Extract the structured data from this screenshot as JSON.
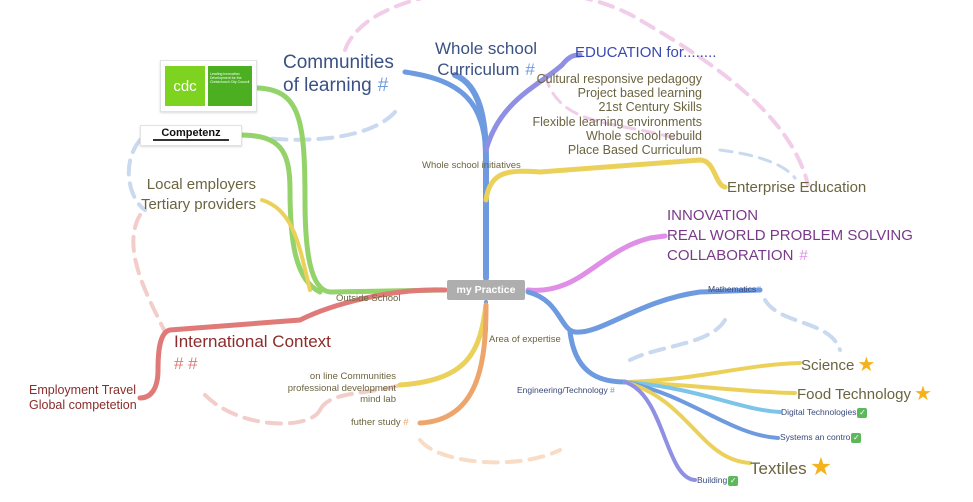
{
  "center": "my Practice",
  "colors": {
    "blue": "#6e9ae0",
    "purple": "#8f8fe3",
    "yellow": "#ebd15a",
    "magenta": "#df8fe6",
    "red": "#df7a78",
    "green": "#93d36a",
    "orange": "#eda56b",
    "paleBlue": "#c9d9ef",
    "palePink": "#f1cde9",
    "paleRed": "#f3cdc9"
  },
  "nodes": {
    "communities": {
      "line1": "Communities",
      "line2": "of learning",
      "hash": "#"
    },
    "curriculum": {
      "line1": "Whole school",
      "line2": "Curriculum",
      "hash": "#"
    },
    "education": {
      "title": "EDUCATION for........",
      "items": [
        "Cultural responsive pedagogy",
        "Project based learning",
        "21st Century Skills",
        "Flexible learning environments",
        "Whole school rebuild",
        "Place Based Curriculum"
      ]
    },
    "initiatives": "Whole school initiatives",
    "enterprise": "Enterprise Education",
    "innovation": {
      "line1": "INNOVATION",
      "line2": "REAL WORLD PROBLEM SOLVING",
      "line3": "COLLABORATION",
      "hash": "#"
    },
    "local": {
      "line1": "Local employers",
      "line2": "Tertiary providers"
    },
    "outside": "Outside School",
    "international": {
      "title": "International Context",
      "hash": "# #"
    },
    "employment": {
      "line1": "Employment Travel",
      "line2": "Global competetion"
    },
    "online": {
      "line1": "on line Communities",
      "line2": "professional development",
      "line3": "mind lab"
    },
    "further": {
      "label": "futher study",
      "hash": "#"
    },
    "area": "Area of expertise",
    "maths": {
      "label": "Mathematics",
      "hash": "#"
    },
    "engineering": {
      "label": "Engineering/Technology",
      "hash": "#"
    },
    "science": "Science",
    "food": "Food Technology",
    "digital": "Digital Technologies",
    "systems": "Systems an contro",
    "textiles": "Textiles",
    "building": "Building"
  },
  "images": {
    "cdc": {
      "logo": "cdc",
      "tagline": "Leading Innovation Development for the Christchurch City Council"
    },
    "competenz": "Competenz"
  },
  "icons": {
    "star": "star-icon",
    "check": "check-icon"
  }
}
